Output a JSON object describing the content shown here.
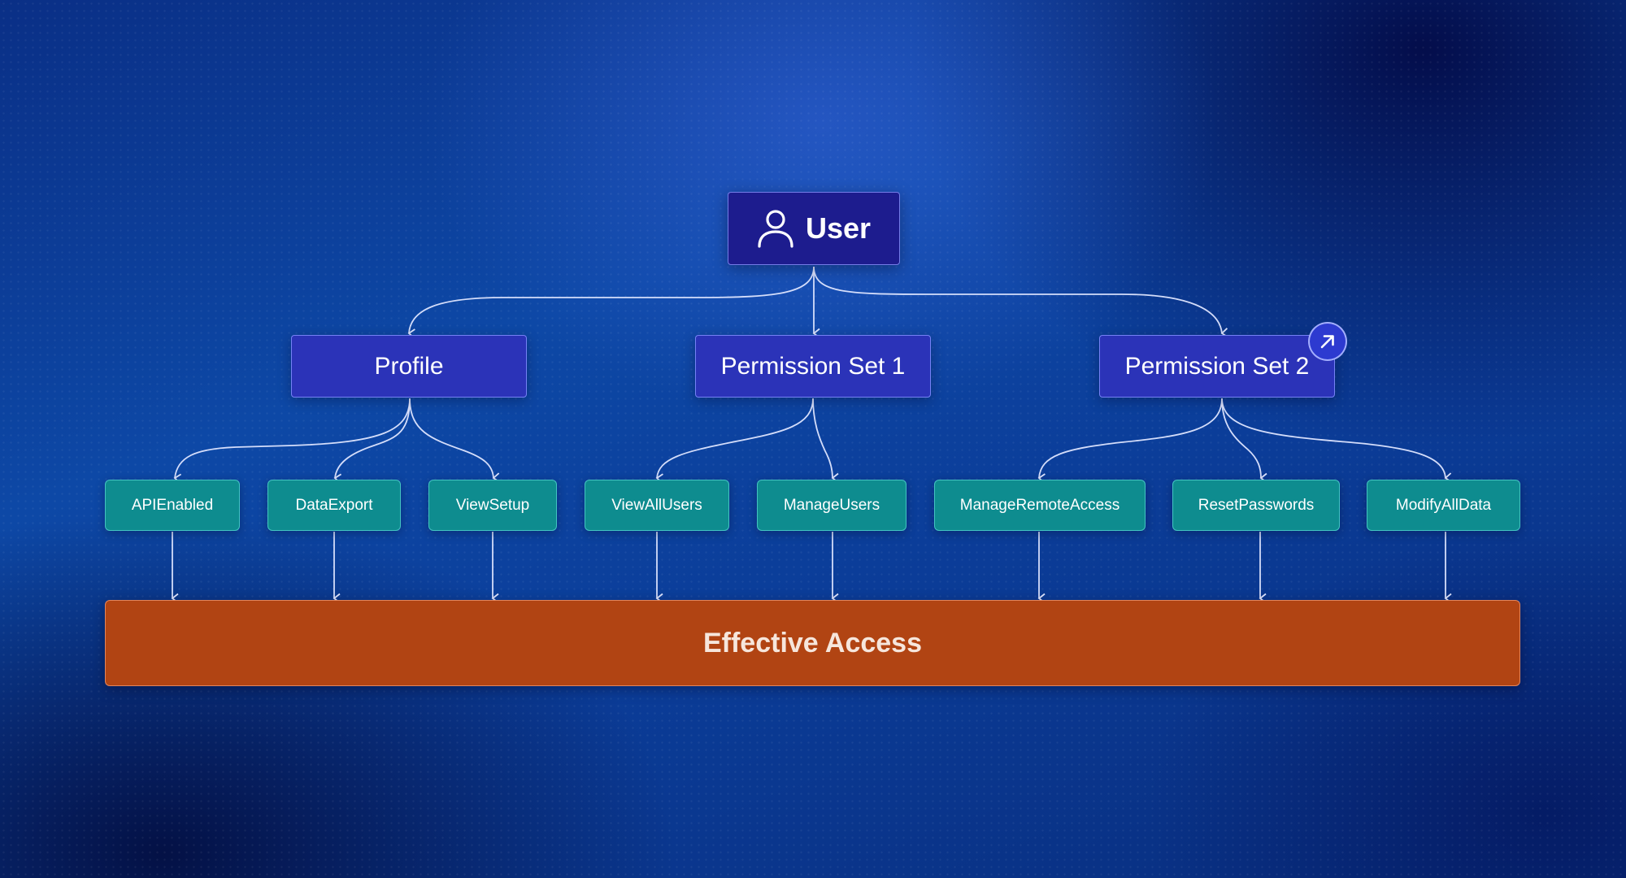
{
  "user": {
    "label": "User",
    "icon": "user-icon"
  },
  "groups": {
    "profile": "Profile",
    "permission_set_1": "Permission Set 1",
    "permission_set_2": "Permission Set 2"
  },
  "permissions": {
    "api_enabled": "APIEnabled",
    "data_export": "DataExport",
    "view_setup": "ViewSetup",
    "view_all_users": "ViewAllUsers",
    "manage_users": "ManageUsers",
    "manage_remote_access": "ManageRemoteAccess",
    "reset_passwords": "ResetPasswords",
    "modify_all_data": "ModifyAllData"
  },
  "result": {
    "label": "Effective Access"
  },
  "badge": {
    "icon": "arrow-up-right-icon"
  },
  "colors": {
    "user": "#1d1c8e",
    "group": "#2b33b8",
    "permission": "#0e8c8f",
    "result": "#b14413",
    "connector": "#dfe6ff"
  }
}
